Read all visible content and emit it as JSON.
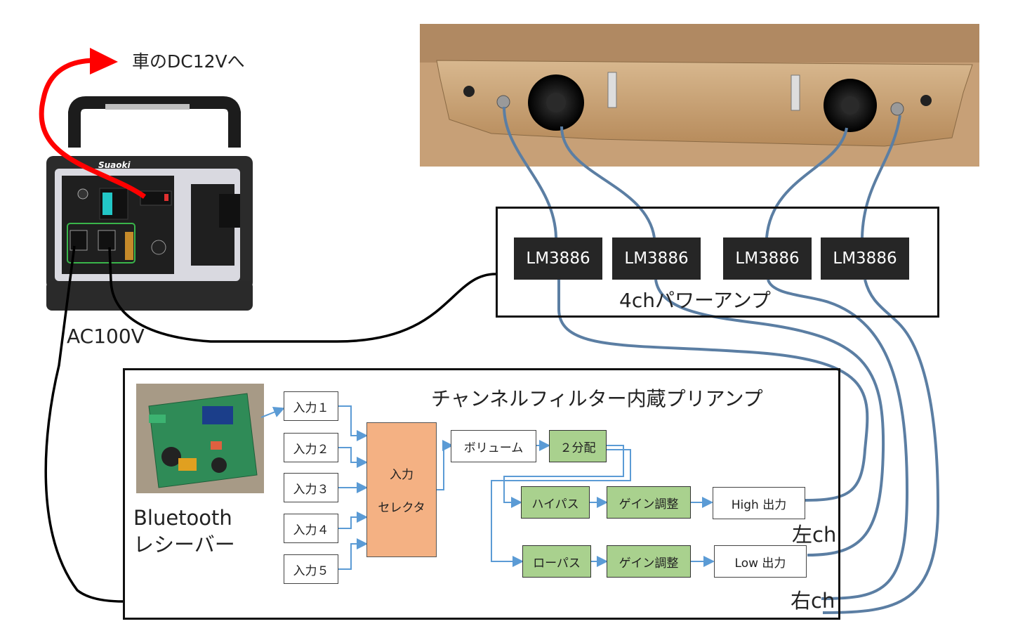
{
  "labels": {
    "car_dc": "車のDC12Vへ",
    "ac": "AC100V",
    "bt_line1": "Bluetooth",
    "bt_line2": "レシーバー",
    "left_ch": "左ch",
    "right_ch": "右ch",
    "power_brand": "Suaoki"
  },
  "power_amp": {
    "title": "4chパワーアンプ",
    "channels": [
      "LM3886",
      "LM3886",
      "LM3886",
      "LM3886"
    ]
  },
  "preamp": {
    "title": "チャンネルフィルター内蔵プリアンプ",
    "inputs": [
      "入力１",
      "入力２",
      "入力３",
      "入力４",
      "入力５"
    ],
    "selector_line1": "入力",
    "selector_line2": "セレクタ",
    "volume": "ボリューム",
    "splitter": "２分配",
    "highpass": "ハイパス",
    "lowpass": "ローパス",
    "gain_high": "ゲイン調整",
    "gain_low": "ゲイン調整",
    "high_out": "High 出力",
    "low_out": "Low 出力"
  },
  "colors": {
    "wire_blue": "#5b7ea3",
    "arrow_red": "#ff0000",
    "selector_fill": "#f4b183",
    "green_fill": "#a9d18e",
    "amp_fill": "#262626",
    "wood": "#c9a57a"
  }
}
